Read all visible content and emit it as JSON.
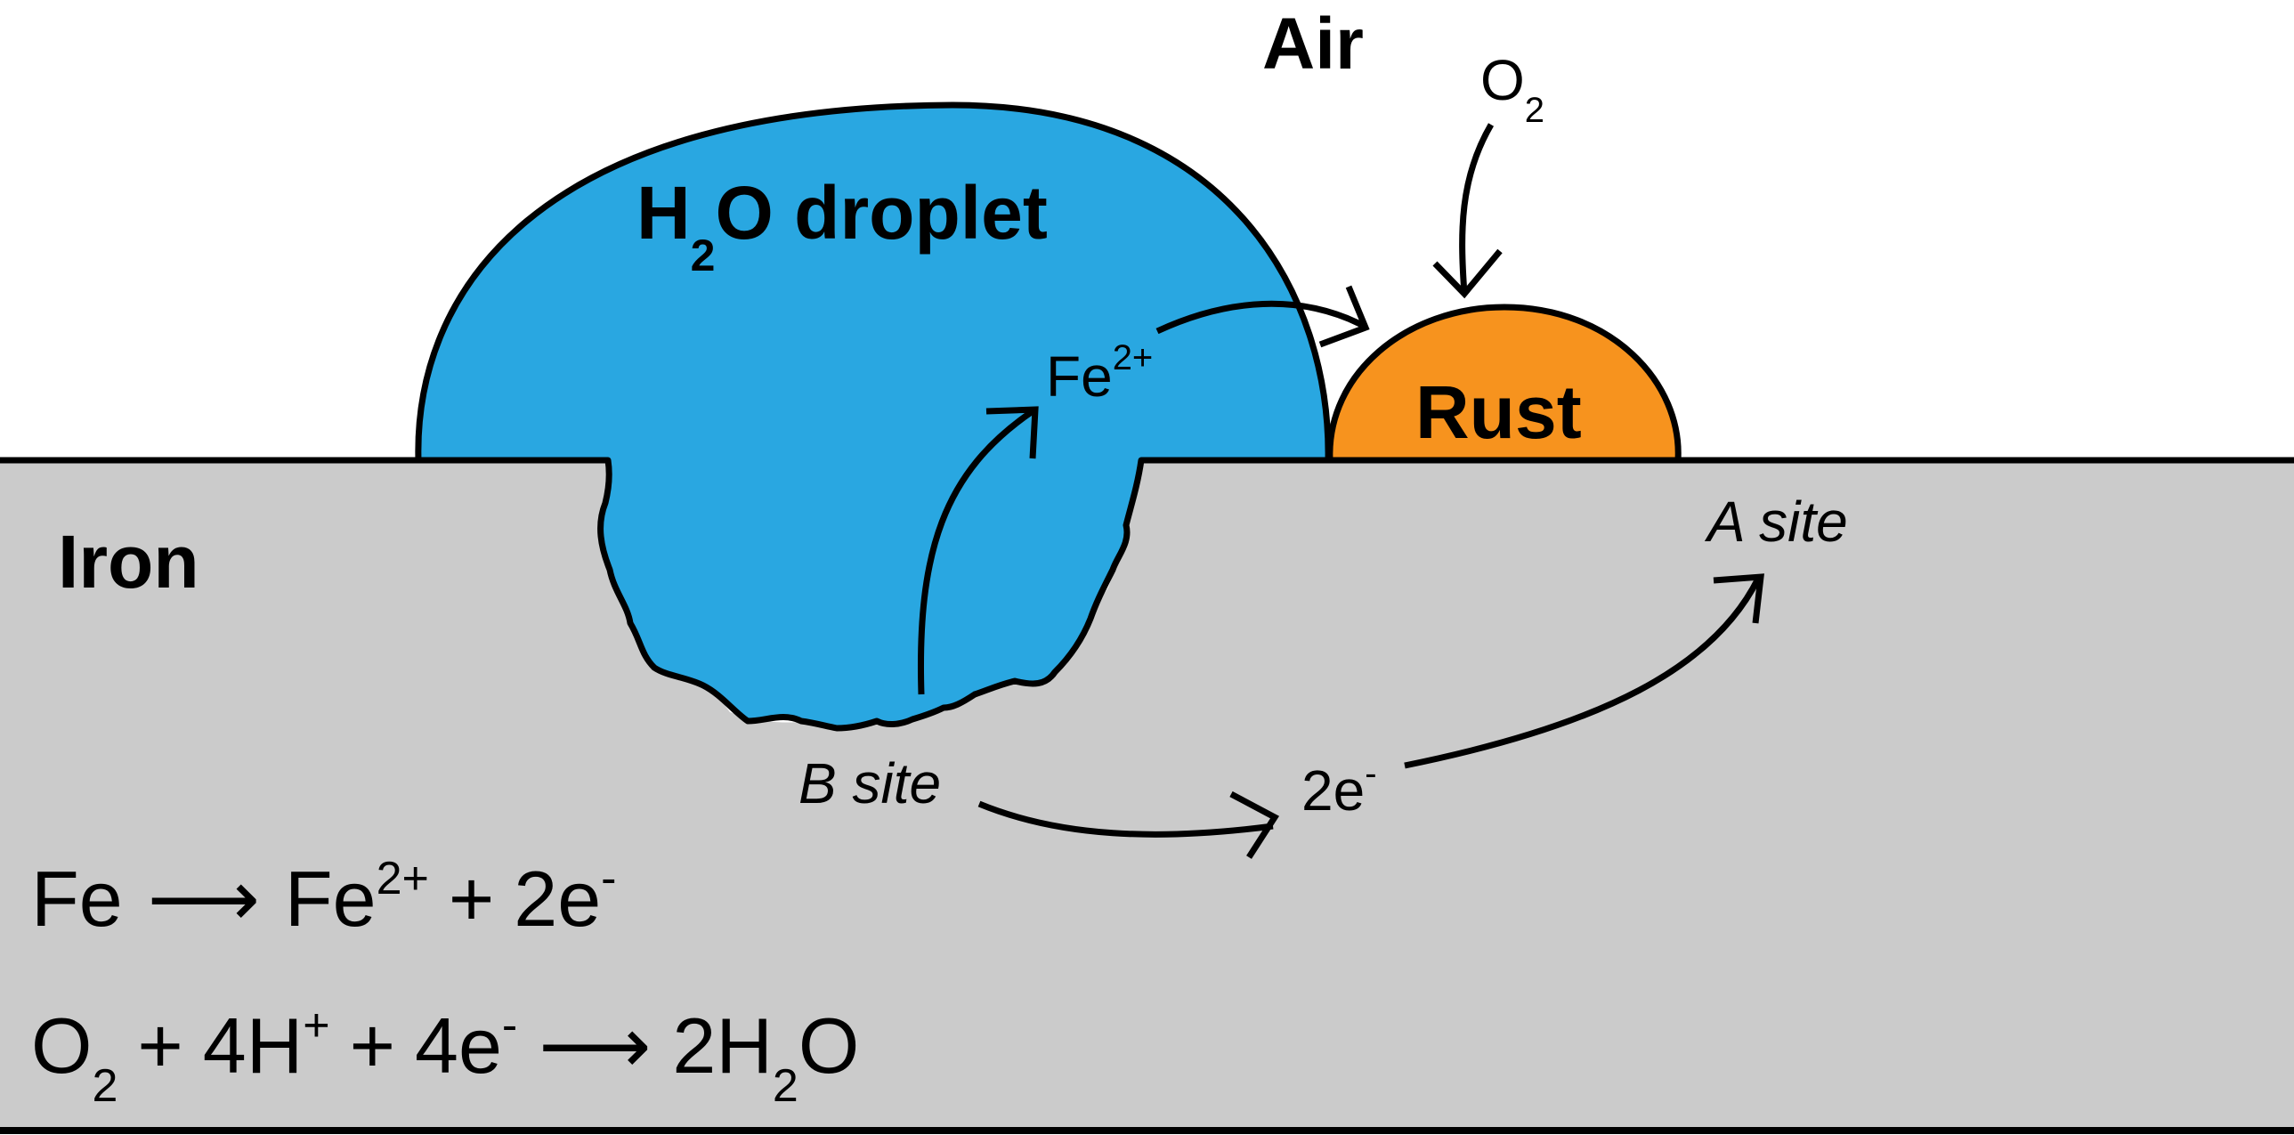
{
  "colors": {
    "iron": "#cbcbcb",
    "water": "#29a7e1",
    "rust": "#f7931e",
    "background": "#ffffff",
    "outline": "#000000"
  },
  "regions": {
    "air": "Air",
    "iron": "Iron",
    "droplet": {
      "main": "H",
      "sub": "2",
      "rest": "O droplet"
    },
    "rust": "Rust"
  },
  "species": {
    "o2": {
      "main": "O",
      "sub": "2"
    },
    "fe_ion": {
      "main": "Fe",
      "sup": "2+"
    },
    "electrons": {
      "main": "2e",
      "sup": "-"
    }
  },
  "sites": {
    "anode": "B site",
    "cathode": "A site"
  },
  "equations": {
    "oxidation": {
      "reactant": "Fe",
      "arrow": "⟶",
      "product": "Fe",
      "product_sup": "2+",
      "plus": "+",
      "electrons": "2e",
      "electrons_sup": "-"
    },
    "reduction": {
      "o": "O",
      "o_sub": "2",
      "plus1": "+",
      "protons": "4H",
      "protons_sup": "+",
      "plus2": "+",
      "electrons": "4e",
      "electrons_sup": "-",
      "arrow": "⟶",
      "product_pre": "2H",
      "product_sub": "2",
      "product_post": "O"
    }
  }
}
